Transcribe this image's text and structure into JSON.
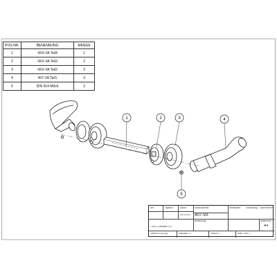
{
  "parts_list": {
    "headers": [
      "POS-NR.",
      "BENENNUNG",
      "MENGE"
    ],
    "rows": [
      {
        "pos": "1",
        "name": "4XX-VA Teil4",
        "qty": "1"
      },
      {
        "pos": "2",
        "name": "4XX-VA Teil3",
        "qty": "2"
      },
      {
        "pos": "3",
        "name": "4XX-VA Teil2",
        "qty": "2"
      },
      {
        "pos": "4",
        "name": "407-VA Teil1",
        "qty": "2"
      },
      {
        "pos": "5",
        "name": "DIN 914 M6x6",
        "qty": "2"
      }
    ]
  },
  "balloons": [
    "1",
    "2",
    "3",
    "4",
    "5"
  ],
  "title_block": {
    "label_a": "Abt",
    "label_b": "Signatur",
    "label_c": "Datum",
    "date": "Jul 9 2019",
    "label_d": "Artikelnummer",
    "article": "407-VA",
    "label_e": "Benennung",
    "label_f": "Werkstoffnr.",
    "label_g": "Gewichtung",
    "label_h": "Sachnummer",
    "material": "1.4301 (Edelstahl V2)",
    "format_label": "Blattformat",
    "format": "A4",
    "weight": "Gewicht 0,603 kg",
    "scale": "Maßstab 1:2",
    "version": "Version 1",
    "sheet": "Blatt 1 von 1"
  }
}
